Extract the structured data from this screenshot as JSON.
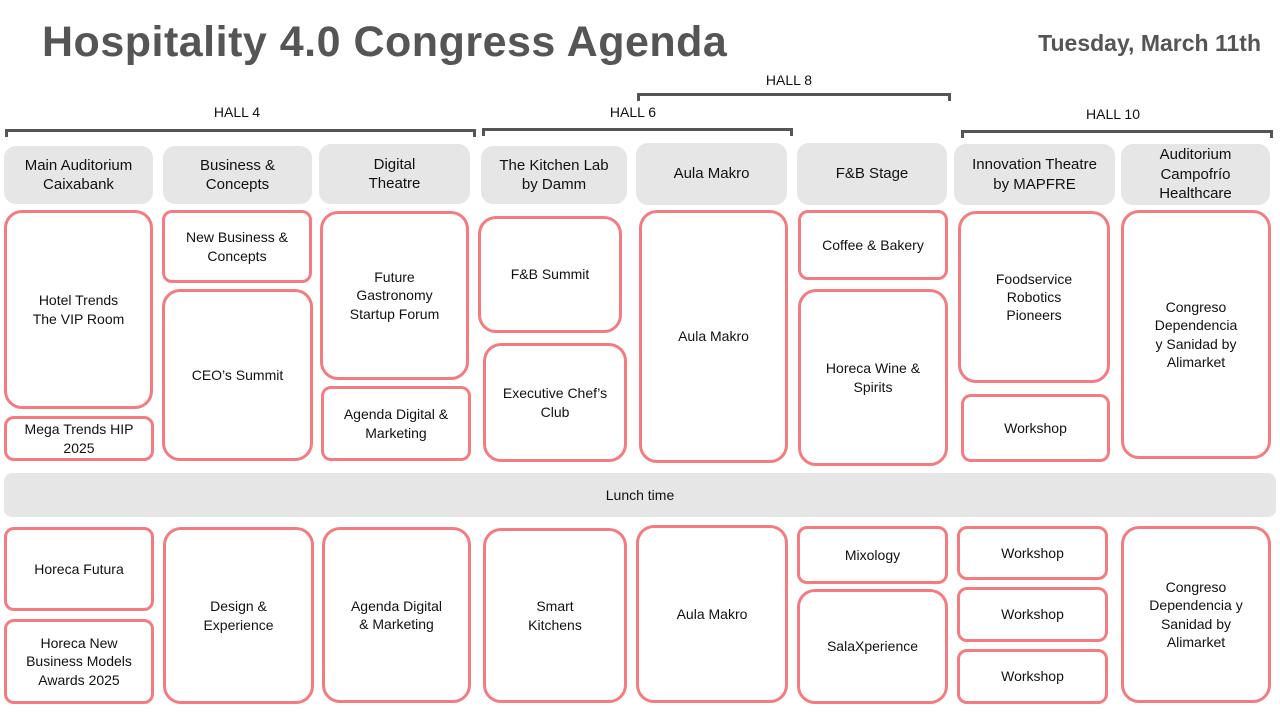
{
  "header": {
    "title": "Hospitality 4.0 Congress Agenda",
    "date": "Tuesday, March 11th"
  },
  "halls": [
    {
      "label": "HALL 4"
    },
    {
      "label": "HALL 6"
    },
    {
      "label": "HALL 8"
    },
    {
      "label": "HALL 10"
    }
  ],
  "rooms": [
    {
      "label": "Main Auditorium\nCaixabank"
    },
    {
      "label": "Business &\nConcepts"
    },
    {
      "label": "Digital\nTheatre"
    },
    {
      "label": "The Kitchen Lab\nby Damm"
    },
    {
      "label": "Aula Makro"
    },
    {
      "label": "F&B Stage"
    },
    {
      "label": "Innovation Theatre\nby MAPFRE"
    },
    {
      "label": "Auditorium\nCampofrío\nHealthcare"
    }
  ],
  "morning_sessions": [
    {
      "label": "Hotel Trends\nThe VIP Room"
    },
    {
      "label": "Mega Trends HIP\n2025"
    },
    {
      "label": "New Business &\nConcepts"
    },
    {
      "label": "CEO’s Summit"
    },
    {
      "label": "Future\nGastronomy\nStartup Forum"
    },
    {
      "label": "Agenda Digital &\nMarketing"
    },
    {
      "label": "F&B Summit"
    },
    {
      "label": "Executive Chef’s\nClub"
    },
    {
      "label": "Aula Makro"
    },
    {
      "label": "Coffee & Bakery"
    },
    {
      "label": "Horeca Wine &\nSpirits"
    },
    {
      "label": "Foodservice\nRobotics\nPioneers"
    },
    {
      "label": "Workshop"
    },
    {
      "label": "Congreso\nDependencia\ny Sanidad by\nAlimarket"
    }
  ],
  "lunch": {
    "label": "Lunch time"
  },
  "afternoon_sessions": [
    {
      "label": "Horeca Futura"
    },
    {
      "label": "Horeca New\nBusiness Models\nAwards 2025"
    },
    {
      "label": "Design &\nExperience"
    },
    {
      "label": "Agenda Digital\n& Marketing"
    },
    {
      "label": "Smart\nKitchens"
    },
    {
      "label": "Aula Makro"
    },
    {
      "label": "Mixology"
    },
    {
      "label": "SalaXperience"
    },
    {
      "label": "Workshop"
    },
    {
      "label": "Workshop"
    },
    {
      "label": "Workshop"
    },
    {
      "label": "Congreso\nDependencia y\nSanidad by\nAlimarket"
    }
  ],
  "colors": {
    "session_border": "#f47c80",
    "header_bg": "#e6e6e6",
    "title": "#555555"
  }
}
